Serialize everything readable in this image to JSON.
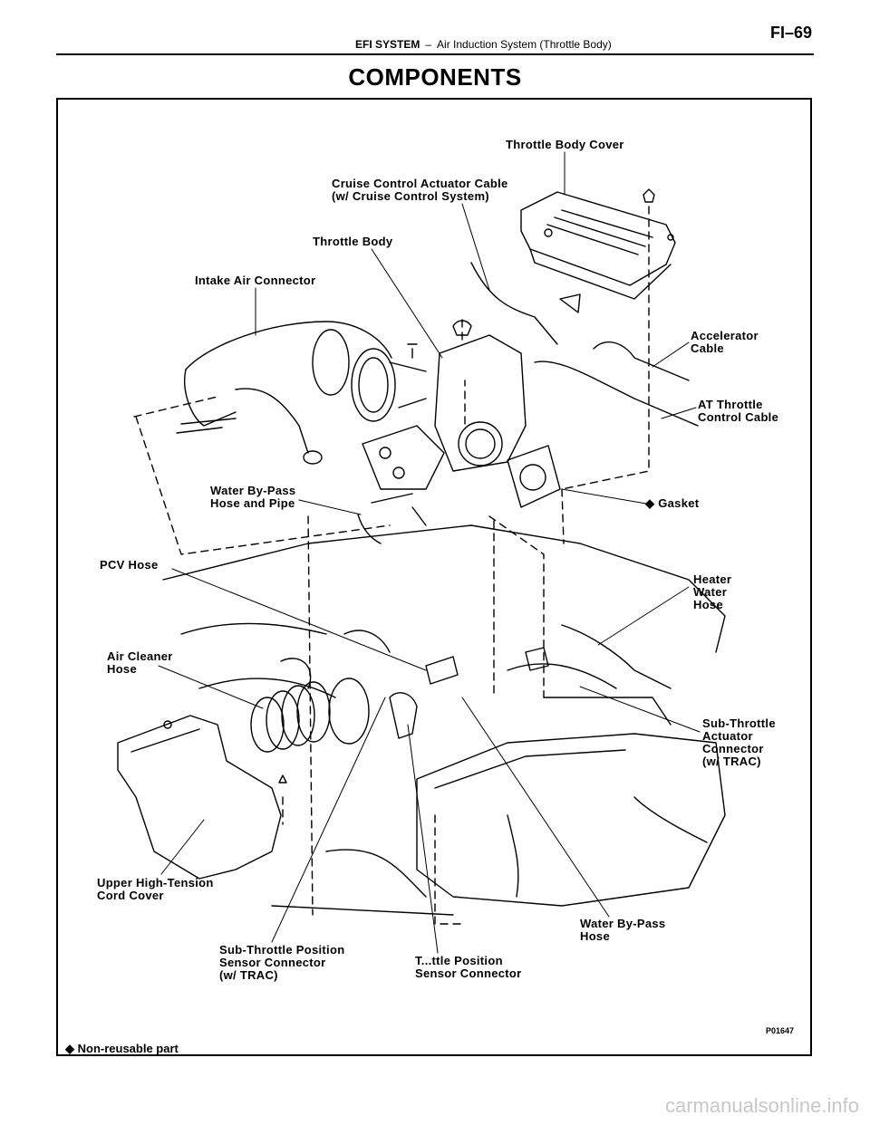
{
  "header": {
    "system": "EFI SYSTEM",
    "separator": "–",
    "section": "Air Induction System (Throttle Body)",
    "page_number": "FI–69"
  },
  "title": "COMPONENTS",
  "labels": {
    "throttle_body_cover": "Throttle Body Cover",
    "cruise_cable_1": "Cruise Control Actuator Cable",
    "cruise_cable_2": "(w/ Cruise Control System)",
    "throttle_body": "Throttle Body",
    "intake_air_connector": "Intake Air Connector",
    "accelerator_cable_1": "Accelerator",
    "accelerator_cable_2": "Cable",
    "at_throttle_1": "AT Throttle",
    "at_throttle_2": "Control Cable",
    "gasket_marker": "◆",
    "gasket": "Gasket",
    "water_bypass_pipe_1": "Water By-Pass",
    "water_bypass_pipe_2": "Hose and Pipe",
    "pcv_hose": "PCV Hose",
    "heater_hose_1": "Heater",
    "heater_hose_2": "Water",
    "heater_hose_3": "Hose",
    "air_cleaner_1": "Air Cleaner",
    "air_cleaner_2": "Hose",
    "sub_throttle_act_1": "Sub-Throttle",
    "sub_throttle_act_2": "Actuator",
    "sub_throttle_act_3": "Connector",
    "sub_throttle_act_4": "(w/ TRAC)",
    "upper_cord_1": "Upper High-Tension",
    "upper_cord_2": "Cord Cover",
    "water_bypass_hose_1": "Water By-Pass",
    "water_bypass_hose_2": "Hose",
    "sub_tps_1": "Sub-Throttle Position",
    "sub_tps_2": "Sensor Connector",
    "sub_tps_3": "(w/ TRAC)",
    "tps_1": "T...ttle Position",
    "tps_2": "Sensor Connector"
  },
  "footnote": "◆ Non-reusable part",
  "diagram_code": "P01647",
  "watermark": "carmanualsonline.info",
  "icons": {
    "leader_line": "leader-line",
    "part_outline": "part-outline"
  }
}
